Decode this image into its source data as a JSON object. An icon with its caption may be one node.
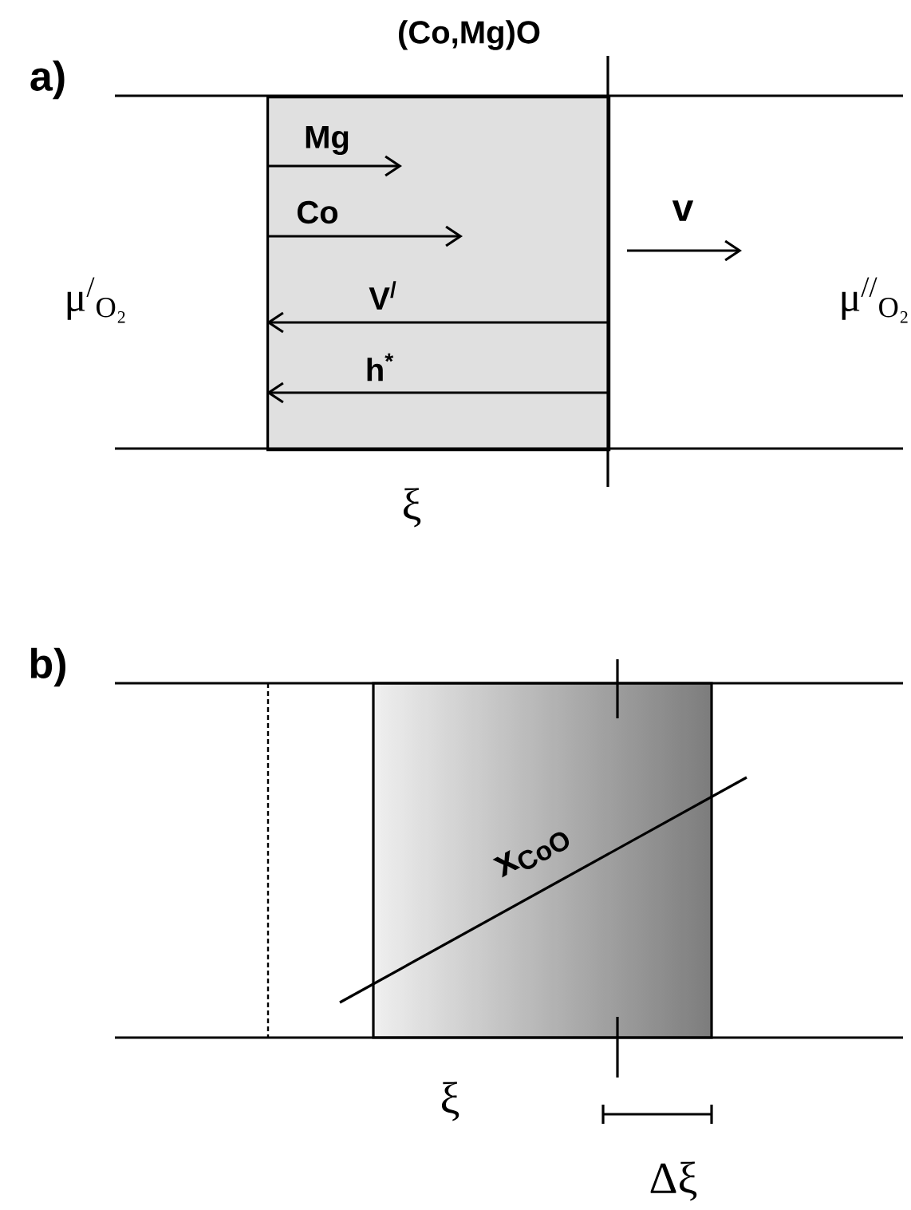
{
  "diagram": {
    "nodes": [
      {
        "text": [
          "(Co,Mg)O"
        ]
      },
      {
        "text": [],
        "shape": "box"
      }
    ],
    "labels": [
      "a)",
      "Mg",
      "Co",
      "V$^{/}$",
      "h$^{*}$",
      "v",
      "μ$^{/}$$_{O₂}$",
      "μ$^{//}$$_{O₂}$",
      "ξ",
      "b)",
      "x$_{CoO}$",
      "ξ",
      "Δξ"
    ]
  }
}
